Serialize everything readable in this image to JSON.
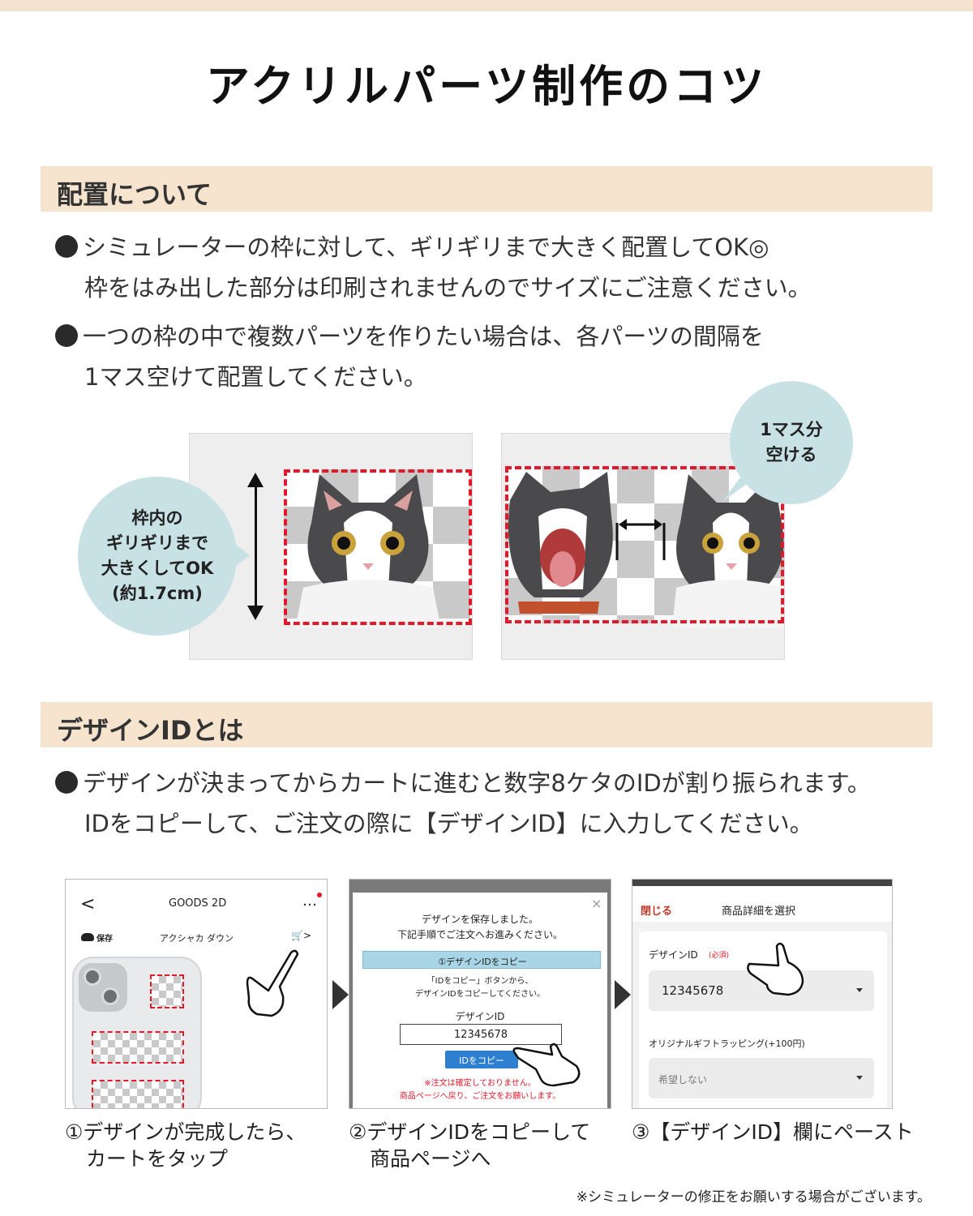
{
  "title": "アクリルパーツ制作のコツ",
  "section1": {
    "heading": "配置について",
    "bullet1": [
      "シミュレーターの枠に対して、ギリギリまで大きく配置してOK◎",
      "枠をはみ出した部分は印刷されませんのでサイズにご注意ください。"
    ],
    "bullet2": [
      "一つの枠の中で複数パーツを作りたい場合は、各パーツの間隔を",
      "1マス空けて配置してください。"
    ],
    "bubble_left": [
      "枠内の",
      "ギリギリまで",
      "大きくしてOK",
      "(約1.7cm)"
    ],
    "bubble_right": [
      "1マス分",
      "空ける"
    ]
  },
  "section2": {
    "heading": "デザインIDとは",
    "bullet1": [
      "デザインが決まってからカートに進むと数字8ケタのIDが割り振られます。",
      "IDをコピーして、ご注文の際に【デザインID】に入力してください。"
    ]
  },
  "screens": {
    "s1": {
      "back": "<",
      "title": "GOODS 2D",
      "menu": "…",
      "save": "保存",
      "product": "アクシャカ ダウン",
      "cart": "🛒>"
    },
    "s2": {
      "close": "×",
      "msg1": "デザインを保存しました。",
      "msg2": "下記手順でご注文へお進みください。",
      "step_bar": "①デザインIDをコピー",
      "sub1": "「IDをコピー」ボタンから、",
      "sub2": "デザインIDをコピーしてください。",
      "id_label": "デザインID",
      "id_value": "12345678",
      "copy_button": "IDをコピー",
      "warn1": "※注文は確定しておりません。",
      "warn2": "商品ページへ戻り、ご注文をお願いします。"
    },
    "s3": {
      "close": "閉じる",
      "title": "商品詳細を選択",
      "field_label": "デザインID",
      "required": "(必須)",
      "field_value": "12345678",
      "wrap_label": "オリジナルギフトラッピング(+100円)",
      "wrap_value": "希望しない"
    }
  },
  "captions": {
    "c1": [
      "①デザインが完成したら、",
      "カートをタップ"
    ],
    "c2": [
      "②デザインIDをコピーして",
      "商品ページへ"
    ],
    "c3": [
      "③【デザインID】欄にペースト"
    ]
  },
  "footnote": "※シミュレーターの修正をお願いする場合がございます。",
  "colors": {
    "accent_red": "#e3192b",
    "section_bg": "#f7e4cf",
    "bubble_bg": "#c7e1e5",
    "copy_button": "#2f7fd1",
    "step_bar": "#a8d6e6"
  }
}
